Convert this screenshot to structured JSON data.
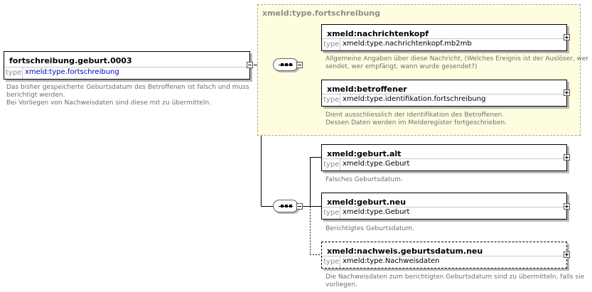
{
  "root": {
    "name": "fortschreibung.geburt.0003",
    "type_label": "type",
    "type": "xmeld:type.fortschreibung",
    "description": [
      "Das bisher gespeicherte Geburtsdatum des Betroffenen ist falsch und muss",
      "berichtigt werden.",
      "Bei Vorliegen von Nachweisdaten sind diese mit zu übermitteln."
    ]
  },
  "group": {
    "title": "xmeld:type.fortschreibung",
    "elements": [
      {
        "name": "xmeld:nachrichtenkopf",
        "type_label": "type",
        "type": "xmeld:type.nachrichtenkopf.mb2mb",
        "description": [
          "Allgemeine Angaben über diese Nachricht. (Welches Ereignis ist der Auslöser, wer",
          "sendet, wer empfängt, wann wurde gesendet?)"
        ]
      },
      {
        "name": "xmeld:betroffener",
        "type_label": "type",
        "type": "xmeld:type.identifikation.fortschreibung",
        "description": [
          "Dient ausschliesslich der Identifikation des Betroffenen.",
          "Dessen Daten werden im Melderegister fortgeschrieben."
        ]
      }
    ]
  },
  "elements": [
    {
      "name": "xmeld:geburt.alt",
      "type_label": "type",
      "type": "xmeld:type.Geburt",
      "description": [
        "Falsches Geburtsdatum."
      ]
    },
    {
      "name": "xmeld:geburt.neu",
      "type_label": "type",
      "type": "xmeld:type.Geburt",
      "description": [
        "Berichtigtes Geburtsdatum."
      ]
    },
    {
      "name": "xmeld:nachweis.geburtsdatum.neu",
      "type_label": "type",
      "type": "xmeld:type.Nachweisdaten",
      "description": [
        "Die Nachweisdaten zum berichtigten Geburtsdatum sind zu übermitteln, falls sie",
        "vorliegen."
      ]
    }
  ]
}
